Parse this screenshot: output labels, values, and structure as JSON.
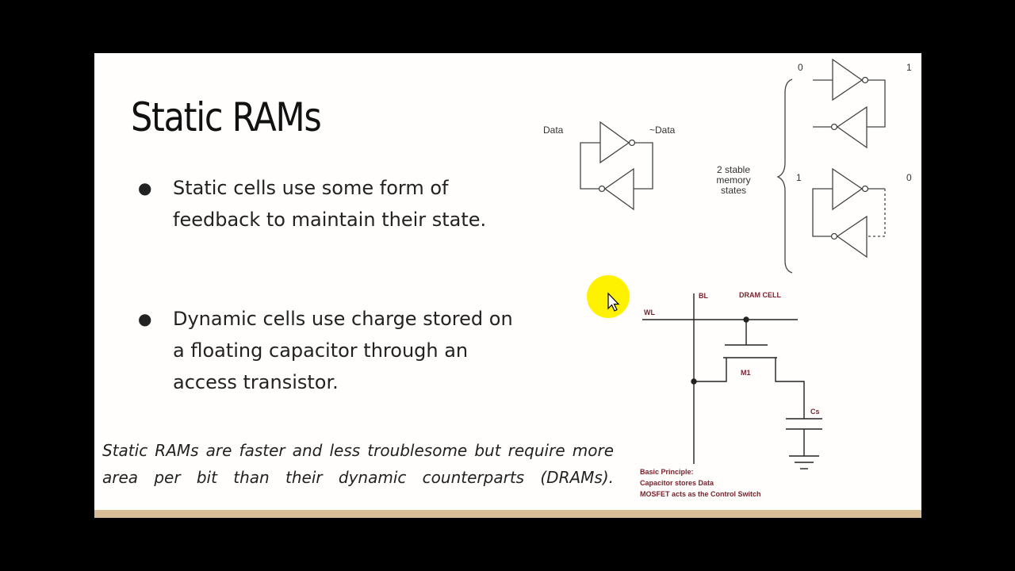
{
  "slide": {
    "title": "Static RAMs",
    "bullets": [
      {
        "glyph": "●",
        "text": "Static cells use some form of feedback to maintain their state."
      },
      {
        "glyph": "●",
        "text": "Dynamic cells use charge stored on a floating capacitor through an access transistor."
      }
    ],
    "note": "Static RAMs are faster and less troublesome but require more area per bit than their dynamic counterparts (DRAMs)."
  },
  "sram_diagram": {
    "data_label": "Data",
    "not_data_label": "~Data",
    "states_label_line1": "2 stable",
    "states_label_line2": "memory",
    "states_label_line3": "states",
    "state_a_left": "0",
    "state_a_right": "1",
    "state_b_left": "1",
    "state_b_right": "0"
  },
  "dram_diagram": {
    "bl_label": "BL",
    "title_label": "DRAM CELL",
    "wl_label": "WL",
    "transistor_label": "M1",
    "capacitor_label": "Cs",
    "principle_line1": "Basic Principle:",
    "principle_line2": "Capacitor stores Data",
    "principle_line3": "MOSFET acts as the Control Switch"
  },
  "colors": {
    "slide_bg": "#fffefc",
    "footer_bar": "#d7be97",
    "cursor_highlight": "#fff200",
    "dram_label": "#7a1f2b"
  },
  "icons": {
    "cursor": "mouse-pointer-icon"
  }
}
